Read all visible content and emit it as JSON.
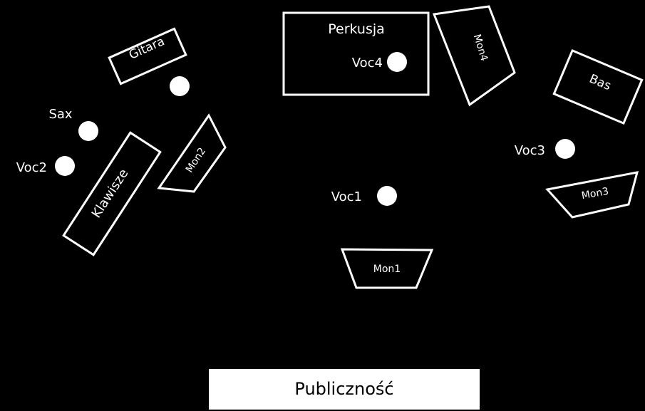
{
  "labels": {
    "perkusja": "Perkusja",
    "voc4": "Voc4",
    "mon4": "Mon4",
    "gitara": "Gitara",
    "sax": "Sax",
    "voc2": "Voc2",
    "klawisze": "Klawisze",
    "mon2": "Mon2",
    "voc1": "Voc1",
    "mon1": "Mon1",
    "bas": "Bas",
    "voc3": "Voc3",
    "mon3": "Mon3",
    "audience": "Publiczność"
  },
  "colors": {
    "background": "#000000",
    "foreground": "#ffffff"
  }
}
